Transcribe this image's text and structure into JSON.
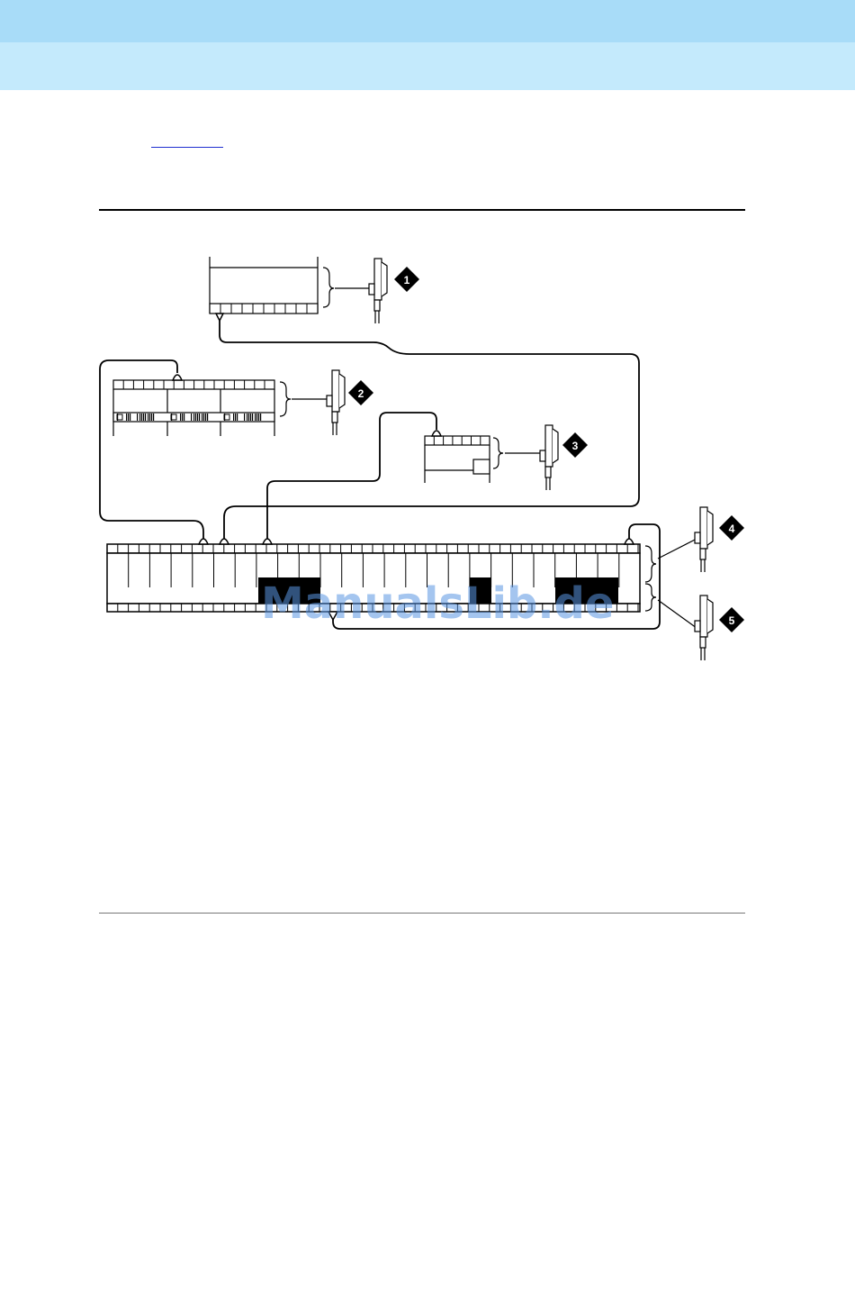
{
  "header": {
    "band_color_top": "#a8dcf8",
    "band_color_bottom": "#c4eafc"
  },
  "callouts": [
    "1",
    "2",
    "3",
    "4",
    "5"
  ],
  "watermark": {
    "text": "ManualsLib.de"
  },
  "colors": {
    "link": "#1e2fd0",
    "ink": "#000000"
  }
}
